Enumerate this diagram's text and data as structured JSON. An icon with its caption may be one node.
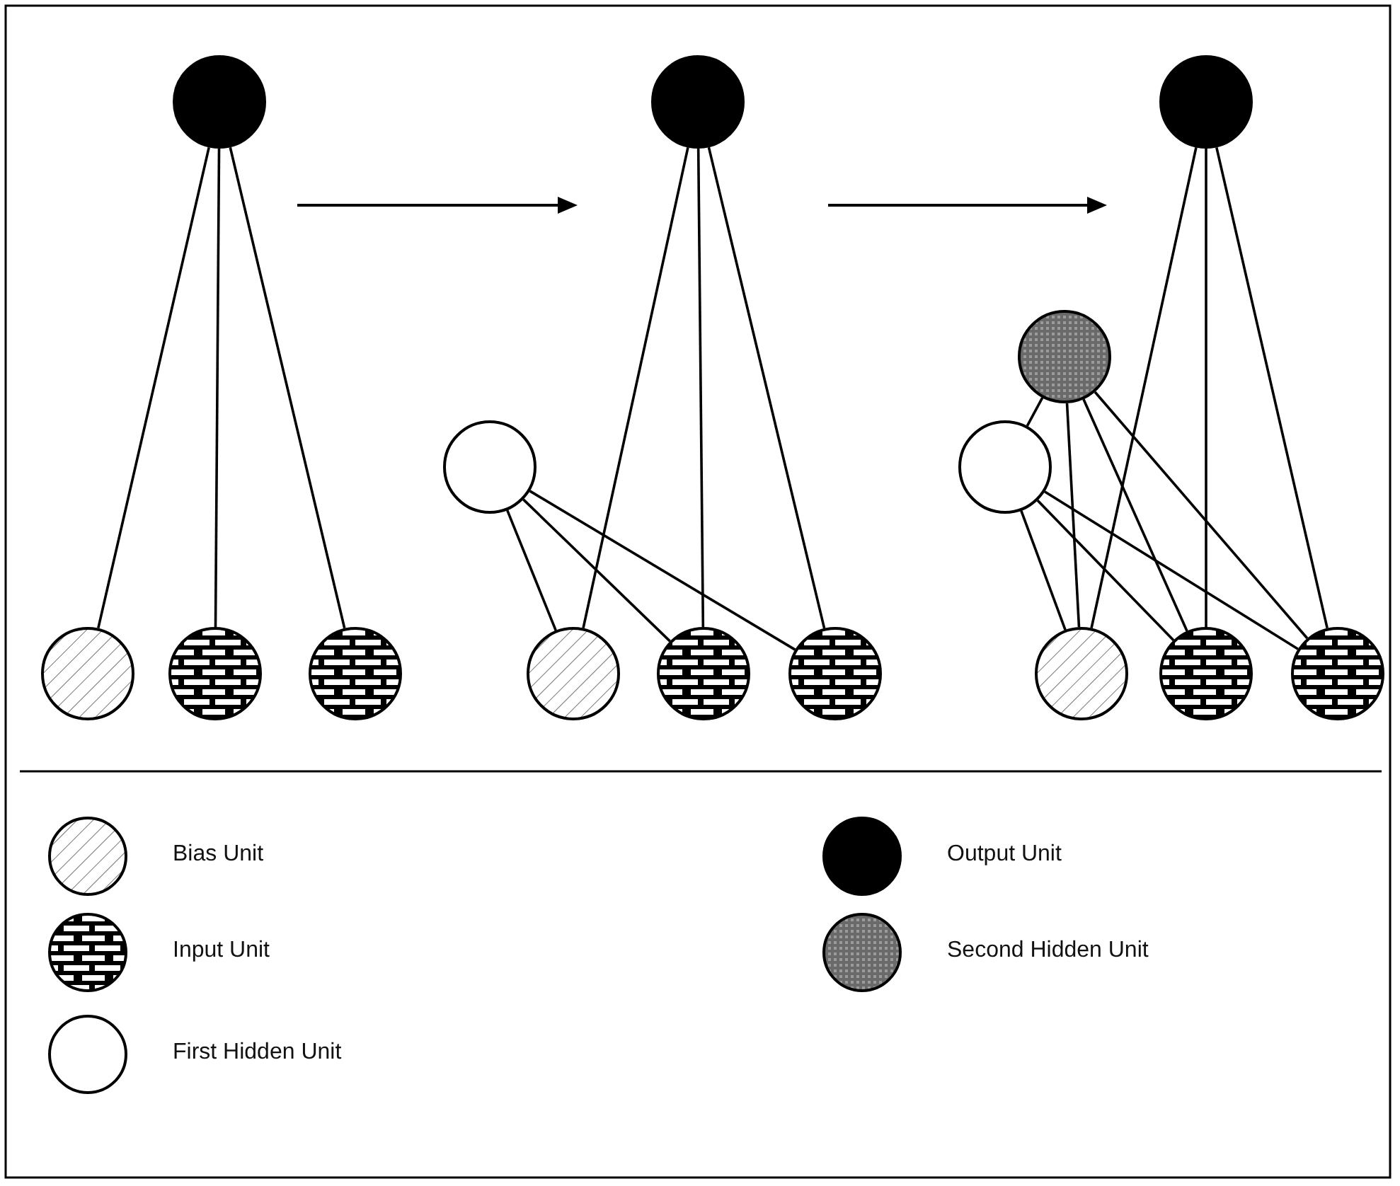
{
  "diagram": {
    "nodes": [
      {
        "text": [],
        "shape": "circle"
      },
      {
        "text": [],
        "shape": "circle"
      },
      {
        "text": [],
        "shape": "circle"
      },
      {
        "text": [],
        "shape": "circle"
      },
      {
        "text": [],
        "shape": "circle"
      },
      {
        "text": [],
        "shape": "circle"
      },
      {
        "text": [],
        "shape": "circle"
      },
      {
        "text": [],
        "shape": "circle"
      },
      {
        "text": [],
        "shape": "circle"
      },
      {
        "text": [],
        "shape": "circle"
      },
      {
        "text": [],
        "shape": "circle"
      },
      {
        "text": [],
        "shape": "circle"
      },
      {
        "text": [],
        "shape": "circle"
      },
      {
        "text": [],
        "shape": "circle"
      },
      {
        "text": [],
        "shape": "circle"
      }
    ],
    "edges": [
      {
        "from": 0,
        "to": 1,
        "arrow": "none"
      },
      {
        "from": 0,
        "to": 2,
        "arrow": "none"
      },
      {
        "from": 0,
        "to": 3,
        "arrow": "none"
      },
      {
        "from": 4,
        "to": 6,
        "arrow": "none"
      },
      {
        "from": 4,
        "to": 7,
        "arrow": "none"
      },
      {
        "from": 4,
        "to": 8,
        "arrow": "none"
      },
      {
        "from": 5,
        "to": 6,
        "arrow": "none"
      },
      {
        "from": 5,
        "to": 7,
        "arrow": "none"
      },
      {
        "from": 5,
        "to": 8,
        "arrow": "none"
      },
      {
        "from": 9,
        "to": 12,
        "arrow": "none"
      },
      {
        "from": 9,
        "to": 13,
        "arrow": "none"
      },
      {
        "from": 9,
        "to": 14,
        "arrow": "none"
      },
      {
        "from": 10,
        "to": 11,
        "arrow": "none"
      },
      {
        "from": 10,
        "to": 12,
        "arrow": "none"
      },
      {
        "from": 10,
        "to": 13,
        "arrow": "none"
      },
      {
        "from": 10,
        "to": 14,
        "arrow": "none"
      },
      {
        "from": 11,
        "to": 12,
        "arrow": "none"
      },
      {
        "from": 11,
        "to": 13,
        "arrow": "none"
      },
      {
        "from": 11,
        "to": 14,
        "arrow": "none"
      }
    ],
    "legend": [
      {
        "text": "Bias Unit"
      },
      {
        "text": "Output Unit",
        "color": "#000000"
      },
      {
        "text": "Input Unit"
      },
      {
        "text": "Second Hidden Unit"
      },
      {
        "text": "First Hidden Unit"
      }
    ]
  }
}
